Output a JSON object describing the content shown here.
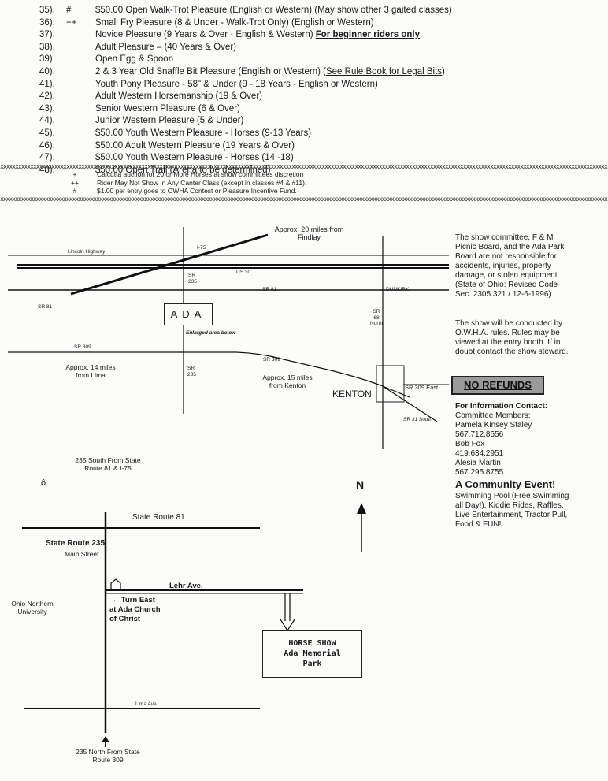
{
  "classes": [
    {
      "num": "35).",
      "sym": "#",
      "text": "$50.00 Open Walk-Trot Pleasure (English or Western) (May show other 3 gaited classes)",
      "note": ""
    },
    {
      "num": "36).",
      "sym": "++",
      "text": "Small Fry Pleasure  (8 & Under - Walk-Trot Only) (English or Western)",
      "note": ""
    },
    {
      "num": "37).",
      "sym": "",
      "text": "Novice Pleasure  (9 Years & Over - English & Western) ",
      "note": "For beginner riders only"
    },
    {
      "num": "38).",
      "sym": "",
      "text": "Adult Pleasure – (40 Years & Over)",
      "note": ""
    },
    {
      "num": "39).",
      "sym": "",
      "text": "Open Egg & Spoon",
      "note": ""
    },
    {
      "num": "40).",
      "sym": "",
      "text": "2 & 3 Year Old Snaffle Bit Pleasure (English or Western) (",
      "note2": "See Rule Book for Legal Bits",
      "tail": ")"
    },
    {
      "num": "41).",
      "sym": "",
      "text": "Youth Pony Pleasure - 58\" & Under  (9 - 18 Years - English or Western)",
      "note": ""
    },
    {
      "num": "42).",
      "sym": "",
      "text": "Adult Western Horsemanship  (19 & Over)",
      "note": ""
    },
    {
      "num": "43).",
      "sym": "",
      "text": "Senior Western Pleasure  (6 & Over)",
      "note": ""
    },
    {
      "num": "44).",
      "sym": "",
      "text": "Junior Western Pleasure  (5 & Under)",
      "note": ""
    },
    {
      "num": "45).",
      "sym": "",
      "text": "$50.00 Youth Western Pleasure - Horses  (9-13 Years)",
      "note": ""
    },
    {
      "num": "46).",
      "sym": "",
      "text": "$50.00 Adult Western Pleasure  (19 Years & Over)",
      "note": ""
    },
    {
      "num": "47).",
      "sym": "",
      "text": "$50.00 Youth Western Pleasure - Horses  (14 -18)",
      "note": ""
    },
    {
      "num": "48).",
      "sym": "",
      "text": "$50.00 Open Trail (Arena to be determined)",
      "note": ""
    }
  ],
  "separator": "xxxxxxxxxxxxxxxxxxxxxxxxxxxxxxxxxxxxxxxxxxxxxxxxxxxxxxxxxxxxxxxxxxxxxxxxxxxxxxxxxxxxxxxxxxxxxxxxxxxxxxxxxxxxxxxxxxxxxxxxxxxxxxxxxxxxxxxxxxxxxxxxxxxxxxxxxxxxxxxxxxxxxxxxxxxxxxxxxxxxxxxxxxxxxxxxxxxxxxxxxx",
  "footnotes": [
    {
      "sym": "+",
      "text": "Calcutta auction for 20 or More Horses at show committees discretion"
    },
    {
      "sym": "++",
      "text": "Rider May Not Show In Any Canter Class (except in classes #4 & #11)."
    },
    {
      "sym": "#",
      "text": "$1.00 per entry goes to OWHA Contest or Pleasure Incentive Fund."
    }
  ],
  "map1": {
    "findlay": "Approx. 20 miles from\nFindlay",
    "lincoln": "Lincoln Highway",
    "i75": "I-75",
    "us30": "US 30",
    "sr235a": "SR\n235",
    "sr81": "SR 81",
    "sr81left": "SR 81",
    "dunkirk": "DUNKIRK",
    "ada": "ADA",
    "enlarged": "Enlarged area below",
    "sr68": "SR\n68\nNorth",
    "sr309": "SR 309",
    "sr309b": "SR  309",
    "lima": "Approx. 14 miles\nfrom Lima",
    "sr235b": "SR\n235",
    "kenton_dist": "Approx. 15 miles\nfrom Kenton",
    "kenton": "KENTON",
    "sr309east": "SR 309 East",
    "sr31": "SR 31 South"
  },
  "sidebar": {
    "disclaimer": "The show committee, F & M Picnic Board, and the Ada Park Board are not responsible for accidents, injuries, property damage, or stolen equipment. (State of Ohio: Revised Code Sec. 2305.321 / 12-6-1996)",
    "rules": "The show will be conducted by O.W.H.A. rules. Rules may be viewed at the entry booth. If in doubt contact the show steward.",
    "no_refunds": "NO REFUNDS",
    "contact_heading": "For Information Contact:",
    "contact_lines": [
      "Committee Members:",
      "Pamela Kinsey Staley",
      "567.712.8556",
      "Bob Fox",
      "419.634.2951",
      "Alesia Martin",
      "567.295.8755"
    ],
    "community_heading": "A Community Event!",
    "community_text": "Swimming Pool (Free Swimming all Day!), Kiddie Rides, Raffles, Live Entertainment, Tractor Pull, Food & FUN!"
  },
  "map2": {
    "from_north": "235 South From State\nRoute 81 & I-75",
    "mark": "ô",
    "sr81": "State Route 81",
    "sr235": "State Route 235",
    "main_st": "Main Street",
    "onu": "Ohio Northern\nUniversity",
    "lehr": "Lehr Ave.",
    "turn": "→  Turn East\nat Ada Church\nof Christ",
    "north": "N",
    "horse_show": "HORSE SHOW\nAda Memorial\nPark",
    "lima_ave": "Lima Ave",
    "from_south": "235 North From State\nRoute 309"
  }
}
